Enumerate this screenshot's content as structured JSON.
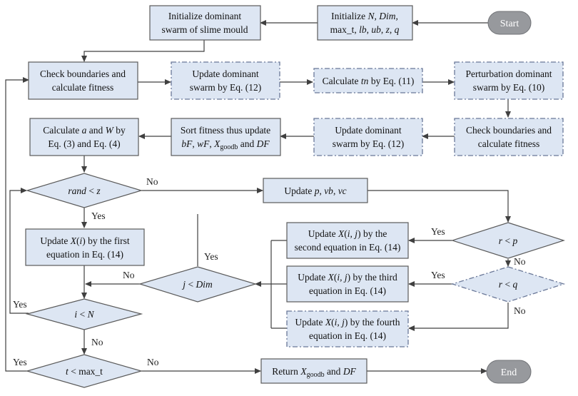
{
  "terminals": {
    "start": "Start",
    "end": "End"
  },
  "nodes": {
    "init_params": {
      "line1": "Initialize ",
      "line1_vars": "N, Dim,",
      "line2_a": "max_t",
      "line2_b": ", ",
      "line2_c": "lb",
      "line2_d": ", ",
      "line2_e": "ub",
      "line2_f": ", ",
      "line2_g": "z",
      "line2_h": ", ",
      "line2_i": "q"
    },
    "init_swarm": {
      "line1": "Initialize dominant",
      "line2": "swarm of slime mould"
    },
    "check1": {
      "line1": "Check boundaries and",
      "line2": "calculate fitness"
    },
    "update_dom1": {
      "line1": "Update dominant",
      "line2": "swarm by Eq. (12)"
    },
    "calc_tn": {
      "pre": "Calculate ",
      "var": "tn",
      "post": " by Eq. (11)"
    },
    "perturb": {
      "line1": "Perturbation dominant",
      "line2": "swarm by Eq. (10)"
    },
    "check2": {
      "line1": "Check boundaries and",
      "line2": "calculate fitness"
    },
    "update_dom2": {
      "line1": "Update dominant",
      "line2": "swarm by Eq. (12)"
    },
    "sort": {
      "line1": "Sort fitness thus update",
      "v1": "bF",
      "s1": ", ",
      "v2": "wF",
      "s2": ", ",
      "v3": "X",
      "v3_sub": "goodb",
      "s3": " and ",
      "v4": "DF"
    },
    "calc_aw": {
      "pre": "Calculate ",
      "v1": "a",
      "mid": " and ",
      "v2": "W",
      "post": " by",
      "line2": "Eq. (3) and Eq. (4)"
    },
    "update_pvb": {
      "pre": "Update ",
      "v1": "p",
      "s1": ", ",
      "v2": "vb",
      "s2": ", ",
      "v3": "vc"
    },
    "update_xi": {
      "pre": "Update ",
      "var": "X",
      "paren": "(",
      "idx": "i",
      "close": ")",
      "post": " by the first",
      "line2": "equation in Eq. (14)"
    },
    "update_xij2": {
      "pre": "Update ",
      "var": "X",
      "paren": "(",
      "idx": "i, j",
      "close": ")",
      "post": " by the",
      "line2": "second equation in Eq. (14)"
    },
    "update_xij3": {
      "pre": "Update ",
      "var": "X",
      "paren": "(",
      "idx": "i, j",
      "close": ")",
      "post": " by the third",
      "line2": "equation in Eq. (14)"
    },
    "update_xij4": {
      "pre": "Update ",
      "var": "X",
      "paren": "(",
      "idx": "i, j",
      "close": ")",
      "post": " by the fourth",
      "line2": "equation in Eq. (14)"
    },
    "return": {
      "pre": "Return ",
      "var": "X",
      "sub": "goodb",
      "mid": " and ",
      "var2": "DF"
    }
  },
  "decisions": {
    "rand_z": {
      "a": "rand",
      "op": " < ",
      "b": "z"
    },
    "r_p": {
      "a": "r",
      "op": " < ",
      "b": "p"
    },
    "r_q": {
      "a": "r",
      "op": " < ",
      "b": "q"
    },
    "j_dim": {
      "a": "j",
      "op": " < ",
      "b": "Dim"
    },
    "i_n": {
      "a": "i",
      "op": " < ",
      "b": "N"
    },
    "t_max": {
      "a": "t",
      "op": " < ",
      "b": "max_t"
    }
  },
  "edge_labels": {
    "yes": "Yes",
    "no": "No"
  }
}
